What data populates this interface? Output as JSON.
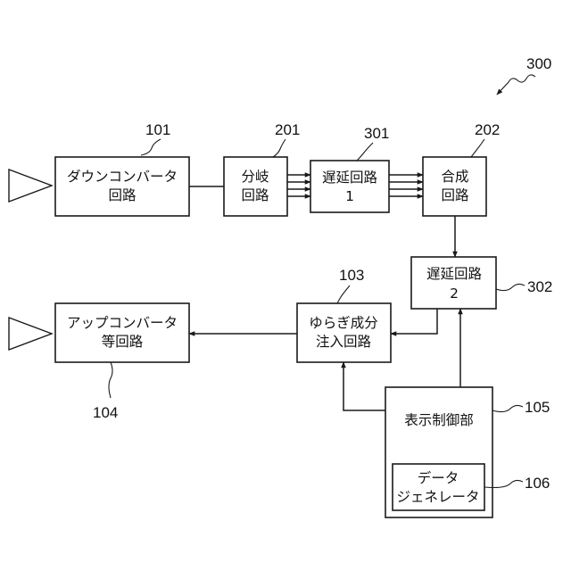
{
  "figure_ref": "300",
  "blocks": {
    "down_converter": {
      "line1": "ダウンコンバータ",
      "line2": "回路",
      "ref": "101"
    },
    "splitter": {
      "line1": "分岐",
      "line2": "回路",
      "ref": "201"
    },
    "delay1": {
      "line1": "遅延回路",
      "line2": "1",
      "ref": "301"
    },
    "combiner": {
      "line1": "合成",
      "line2": "回路",
      "ref": "202"
    },
    "delay2": {
      "line1": "遅延回路",
      "line2": "2",
      "ref": "302"
    },
    "fluctuation": {
      "line1": "ゆらぎ成分",
      "line2": "注入回路",
      "ref": "103"
    },
    "up_converter": {
      "line1": "アップコンバータ",
      "line2": "等回路",
      "ref": "104"
    },
    "display_control": {
      "line1": "表示制御部",
      "ref": "105"
    },
    "data_generator": {
      "line1": "データ",
      "line2": "ジェネレータ",
      "ref": "106"
    }
  }
}
